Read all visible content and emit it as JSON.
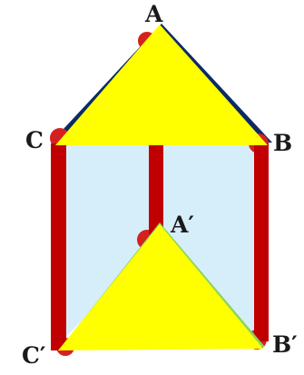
{
  "figure": {
    "type": "triangular-prism",
    "vertices": {
      "A": "A",
      "B": "B",
      "C": "C",
      "A_prime": "A′",
      "B_prime": "B′",
      "C_prime": "C′"
    },
    "colors": {
      "face_fill": "#ffff00",
      "top_edge_dark": "#0b2a66",
      "lateral_edge": "#c00000",
      "side_face": "#d6eefa",
      "bottom_edge": "#8bd45a",
      "vertex_marker": "#d4211f",
      "label": "#1a1a1a"
    }
  }
}
